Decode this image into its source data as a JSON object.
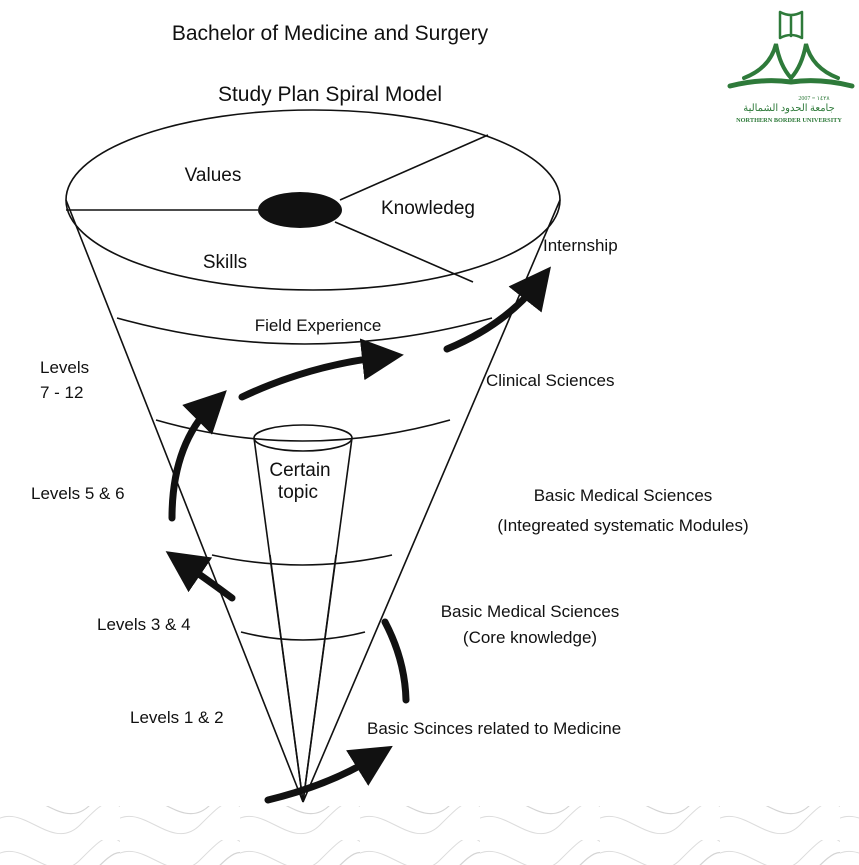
{
  "title": "Bachelor of Medicine and Surgery",
  "subtitle": "Study Plan Spiral Model",
  "logo": {
    "year_text": "2007 = ١٤٢٨",
    "arabic_text": "جامعة الحدود الشمالية",
    "english_text": "NORTHERN BORDER UNIVERSITY"
  },
  "top_ellipse": {
    "values": "Values",
    "knowledge": "Knowledeg",
    "skills": "Skills"
  },
  "bands": {
    "field_experience": "Field Experience",
    "internship": "Internship",
    "clinical_sciences": "Clinical Sciences",
    "basic_medical_integrated_1": "Basic Medical Sciences",
    "basic_medical_integrated_2": "(Integreated systematic Modules)",
    "basic_medical_core_1": "Basic Medical Sciences",
    "basic_medical_core_2": "(Core knowledge)",
    "basic_sciences": "Basic Scinces related to Medicine"
  },
  "inner_cone": {
    "line1": "Certain",
    "line2": "topic"
  },
  "levels": {
    "levels_7_12_line1": "Levels",
    "levels_7_12_line2": "7 - 12",
    "levels_5_6": "Levels 5 & 6",
    "levels_3_4": "Levels 3 & 4",
    "levels_1_2": "Levels 1 & 2"
  },
  "colors": {
    "ink": "#111111",
    "logo_green": "#2e7a3a",
    "background_pattern": "#d4d4d4"
  }
}
